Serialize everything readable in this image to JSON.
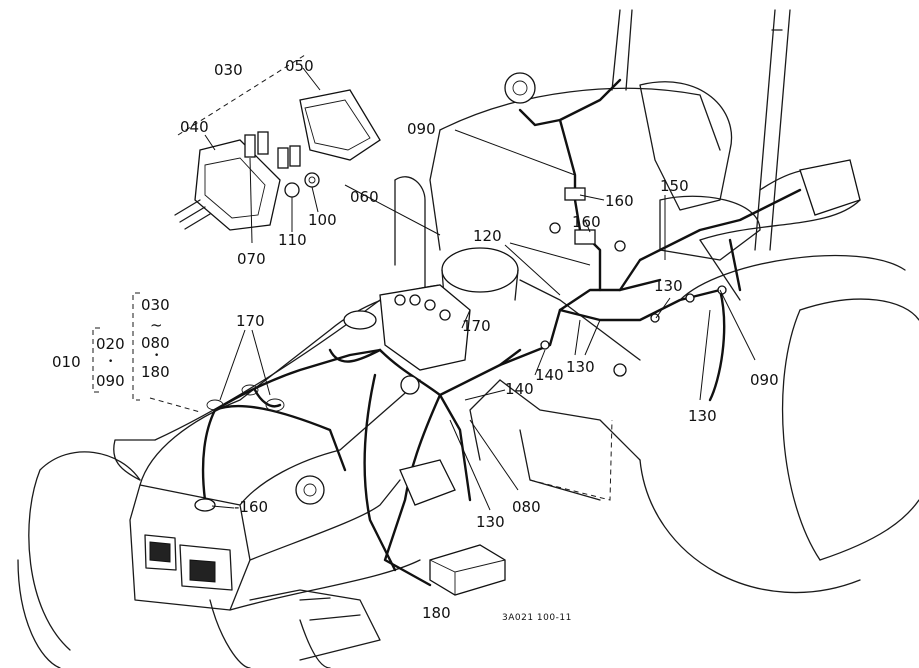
{
  "labels": {
    "p030_top": "030",
    "p050": "050",
    "p040": "040",
    "p060": "060",
    "p070": "070",
    "p110": "110",
    "p100": "100",
    "p090_top": "090",
    "p160_a": "160",
    "p160_b": "160",
    "p150": "150",
    "p120": "120",
    "p130_a": "130",
    "p130_b": "130",
    "p130_c": "130",
    "p130_d": "130",
    "p170_left": "170",
    "p170_mid": "170",
    "p140_a": "140",
    "p140_b": "140",
    "p090_right": "090",
    "p080": "080",
    "p160_bottom": "-160",
    "p180_bottom": "180"
  },
  "legend": {
    "item_010": "010",
    "item_020": "020",
    "item_090": "090",
    "item_030": "030",
    "item_080": "080",
    "item_180": "180",
    "tilde": "~"
  },
  "figure_code": "3A021 100-11"
}
